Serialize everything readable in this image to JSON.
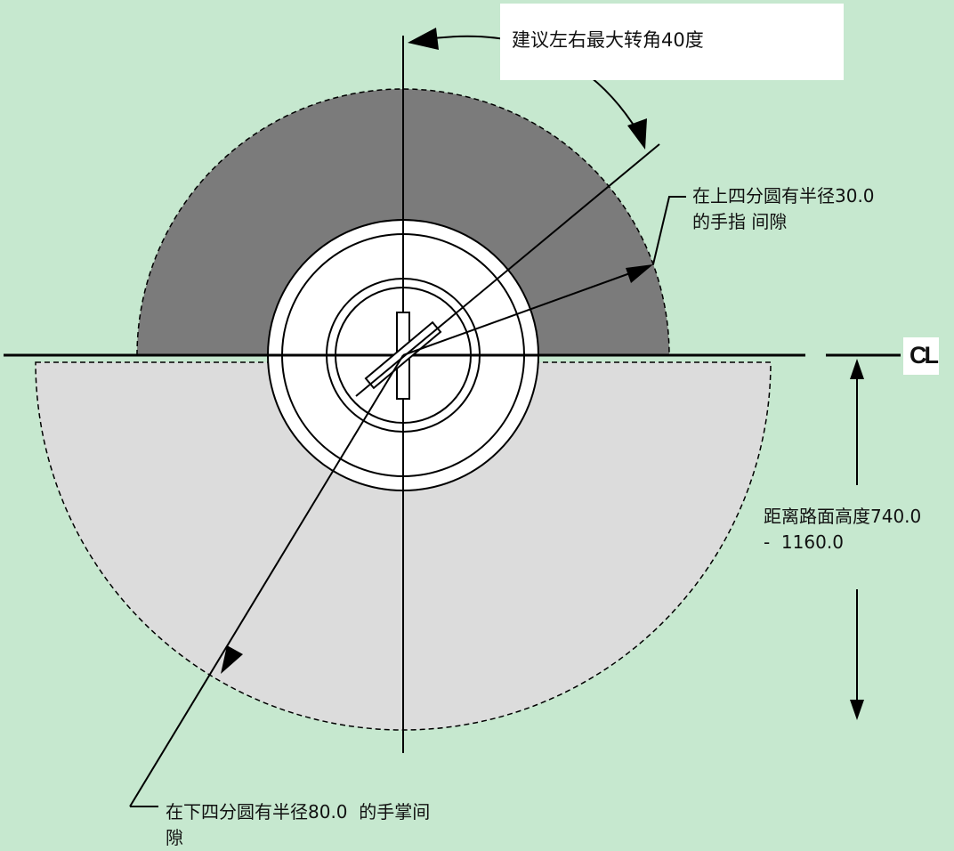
{
  "labels": {
    "angle_note": "建议左右最大转角40度",
    "finger_clearance_line1": "在上四分圆有半径30.0",
    "finger_clearance_line2": "的手指 间隙",
    "height_line1": "距离路面高度740.0",
    "height_line2": "-  1160.0",
    "palm_clearance_line1": "在下四分圆有半径80.0  的手掌间",
    "palm_clearance_line2": "隙",
    "centerline_mark": "CL"
  },
  "colors": {
    "background": "#c6e8cf",
    "upper_quadrant_fill": "#7b7b7b",
    "lower_quadrant_fill": "#dcdcdc",
    "wheel_fill": "#ffffff",
    "stroke": "#000000",
    "label_box": "#ffffff"
  }
}
